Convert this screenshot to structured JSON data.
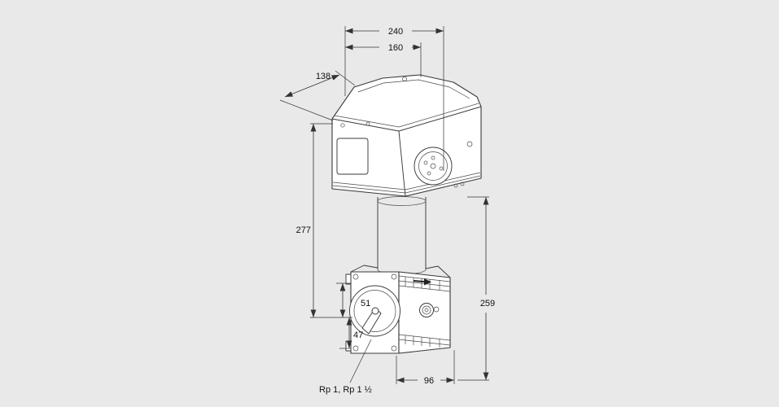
{
  "dims": {
    "total_width": "240",
    "inner_width": "160",
    "depth": "138",
    "upper_height": "277",
    "flange_top_offset": "51",
    "flange_bottom_offset": "47",
    "right_height": "259",
    "body_width": "96",
    "thread_label": "Rp 1, Rp 1 ½"
  },
  "colors": {
    "background": "#e9e9e9",
    "drawing_line": "#3a3a3a",
    "dimension_line": "#333333",
    "text": "#111111"
  }
}
